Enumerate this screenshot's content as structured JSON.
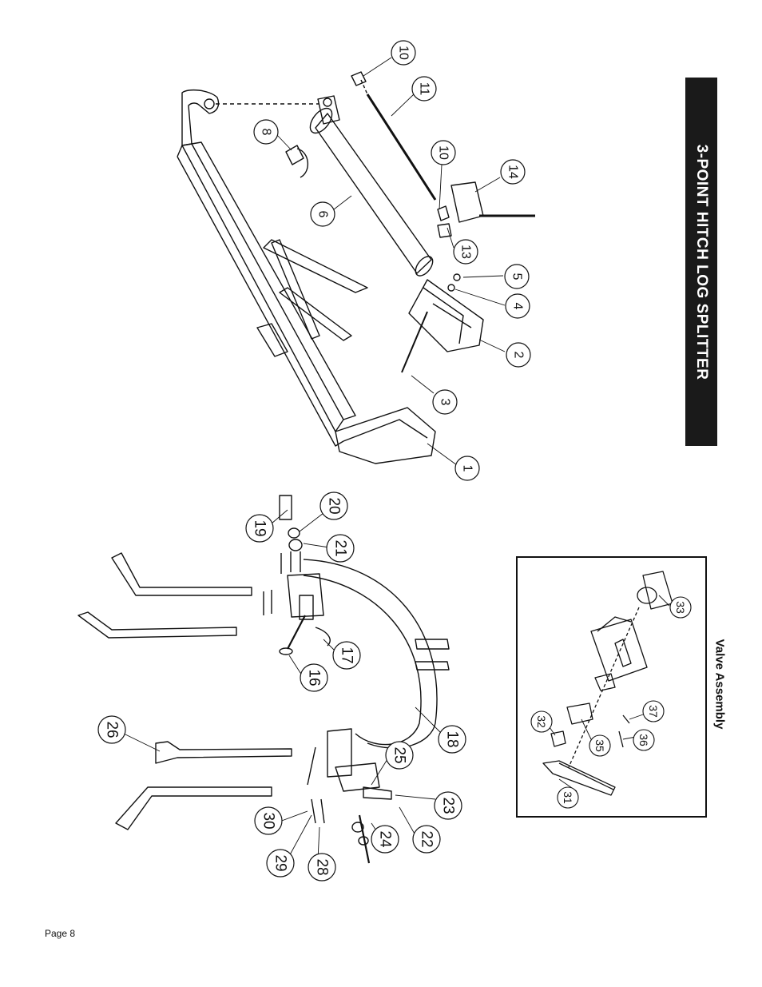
{
  "header": {
    "title": "3-POINT HITCH  LOG SPLITTER"
  },
  "inset": {
    "label": "Valve Assembly"
  },
  "footer": {
    "page": "Page 8"
  },
  "callouts_main": [
    "10",
    "11",
    "8",
    "10",
    "14",
    "6",
    "13",
    "5",
    "4",
    "2",
    "3",
    "1"
  ],
  "callouts_hitch": [
    "20",
    "19",
    "21",
    "17",
    "16",
    "18",
    "26",
    "25",
    "23",
    "24",
    "22",
    "30",
    "29",
    "28"
  ],
  "callouts_valve": [
    "33",
    "37",
    "32",
    "35",
    "36",
    "31"
  ]
}
